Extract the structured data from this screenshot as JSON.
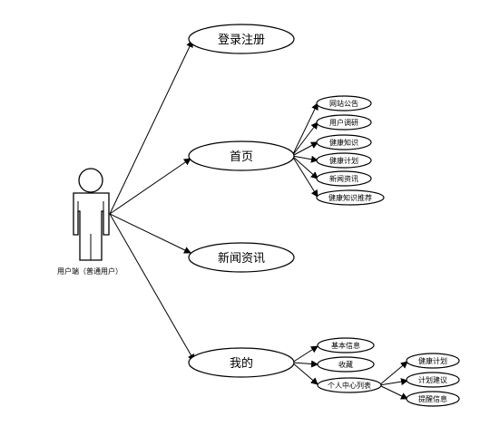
{
  "actor": {
    "label": "用户端（普通用户）"
  },
  "main_nodes": [
    {
      "id": "login",
      "label": "登录注册"
    },
    {
      "id": "home",
      "label": "首页"
    },
    {
      "id": "news",
      "label": "新闻资讯"
    },
    {
      "id": "mine",
      "label": "我的"
    }
  ],
  "home_children": [
    "网站公告",
    "用户调研",
    "健康知识",
    "健康计划",
    "新闻资讯",
    "健康知识推荐"
  ],
  "mine_children": [
    "基本信息",
    "收藏",
    "个人中心列表"
  ],
  "personal_center_children": [
    "健康计划",
    "计划建议",
    "提醒信息"
  ]
}
